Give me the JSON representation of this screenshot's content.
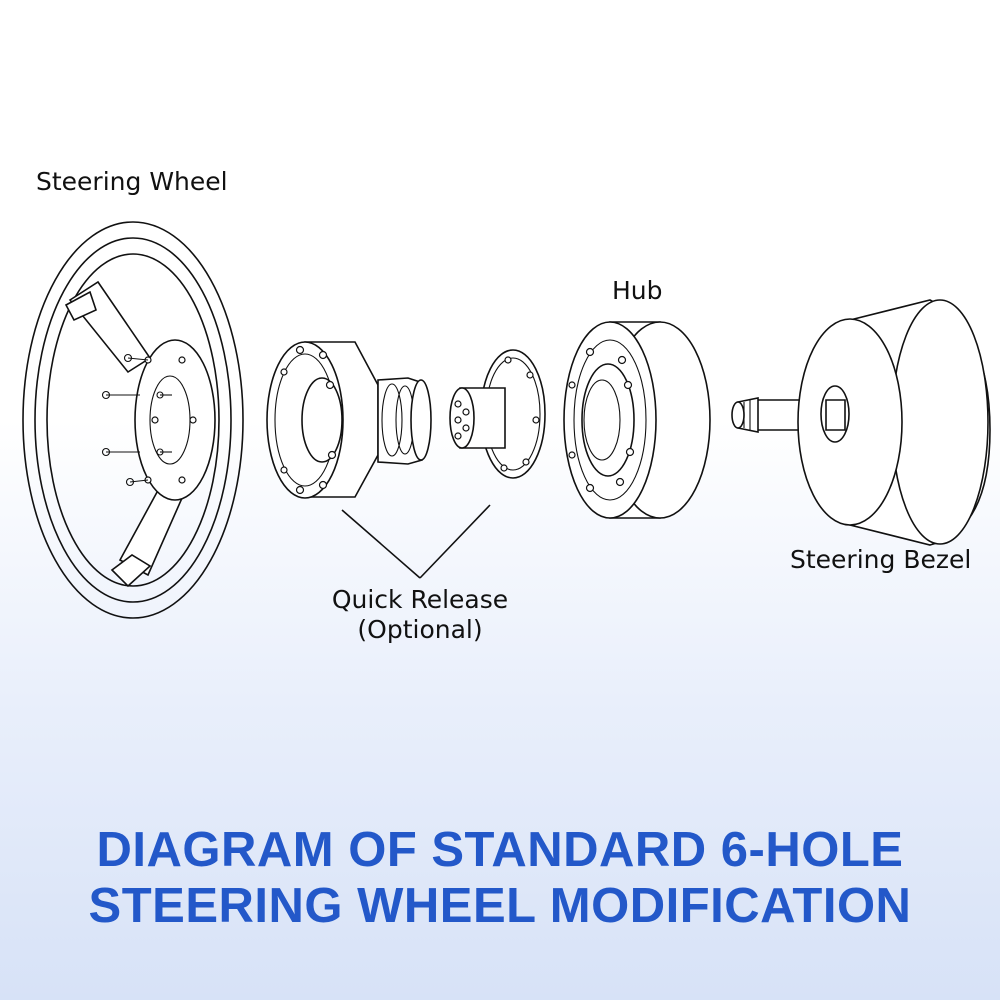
{
  "labels": {
    "steering_wheel": "Steering Wheel",
    "hub": "Hub",
    "quick_release_line1": "Quick Release",
    "quick_release_line2": "(Optional)",
    "steering_bezel": "Steering Bezel"
  },
  "title": {
    "line1": "DIAGRAM OF STANDARD 6-HOLE",
    "line2": "STEERING WHEEL MODIFICATION"
  },
  "colors": {
    "title": "#2358c9",
    "line": "#111111"
  }
}
